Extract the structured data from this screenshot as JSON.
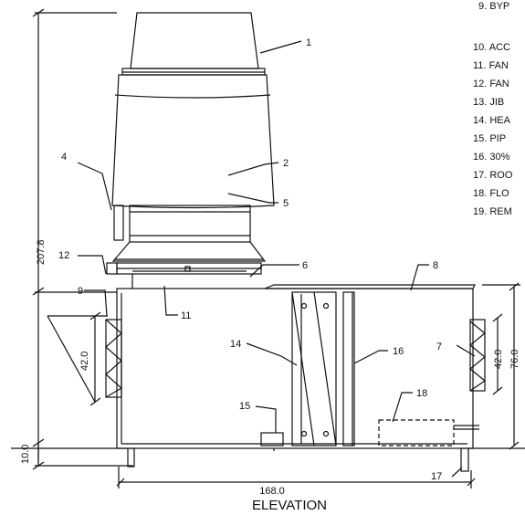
{
  "legend": [
    "9. BYP",
    "10. ACC",
    "11. FAN",
    "12. FAN",
    "13. JIB",
    "14. HEA",
    "15. PIP",
    "16. 30%",
    "17. ROO",
    "18. FLO",
    "19. REM"
  ],
  "callouts": [
    "1",
    "2",
    "4",
    "5",
    "6",
    "8",
    "9",
    "11",
    "12",
    "7",
    "14",
    "15",
    "16",
    "17",
    "18"
  ],
  "dimensions": {
    "overall_height": "207.8",
    "base_height": "10.0",
    "coil_height": "42.0",
    "right_coil_height": "42.0",
    "unit_height": "76.0",
    "overall_length": "168.0"
  },
  "view_title": "ELEVATION"
}
